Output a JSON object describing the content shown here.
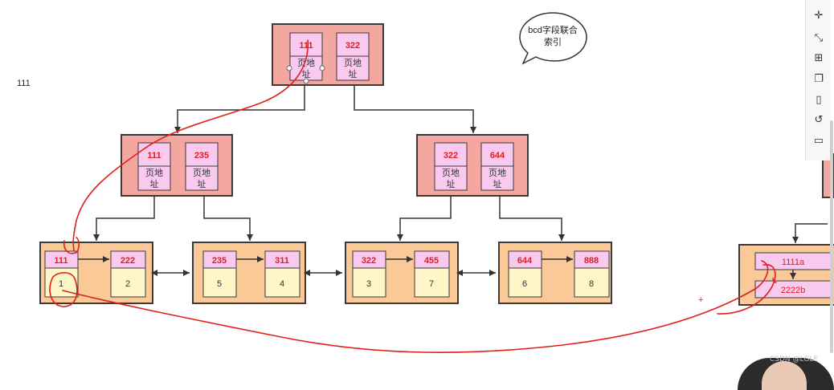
{
  "side_label": "111",
  "callout": {
    "line1": "bcd字段联合",
    "line2": "索引"
  },
  "page_addr_label": [
    "页地",
    "址"
  ],
  "root_node": {
    "keys": [
      "111",
      "322"
    ]
  },
  "internal_nodes": [
    {
      "keys": [
        "111",
        "235"
      ]
    },
    {
      "keys": [
        "322",
        "644"
      ]
    }
  ],
  "leaf_nodes": [
    {
      "keys": [
        "111",
        "222"
      ],
      "values": [
        "1",
        "2"
      ]
    },
    {
      "keys": [
        "235",
        "311"
      ],
      "values": [
        "5",
        "4"
      ]
    },
    {
      "keys": [
        "322",
        "455"
      ],
      "values": [
        "3",
        "7"
      ]
    },
    {
      "keys": [
        "644",
        "888"
      ],
      "values": [
        "6",
        "8"
      ]
    }
  ],
  "secondary_node": {
    "rows": [
      "1111a",
      "2222b"
    ]
  },
  "watermark": "CSDN @LGLE",
  "annotation_mark": "+",
  "toolbar_icons": [
    "crosshair-icon",
    "resize-icon",
    "add-frame-icon",
    "pages-icon",
    "blank-page-icon",
    "history-icon",
    "comment-icon"
  ],
  "colors": {
    "internal_fill": "#f4a6a0",
    "internal_stroke": "#3a3a3a",
    "leaf_fill": "#fac997",
    "key_fill": "#f9c9f0",
    "key_text": "#e02020",
    "value_fill": "#fdf6c9",
    "annotation": "#e0201a",
    "arrow": "#333333"
  }
}
